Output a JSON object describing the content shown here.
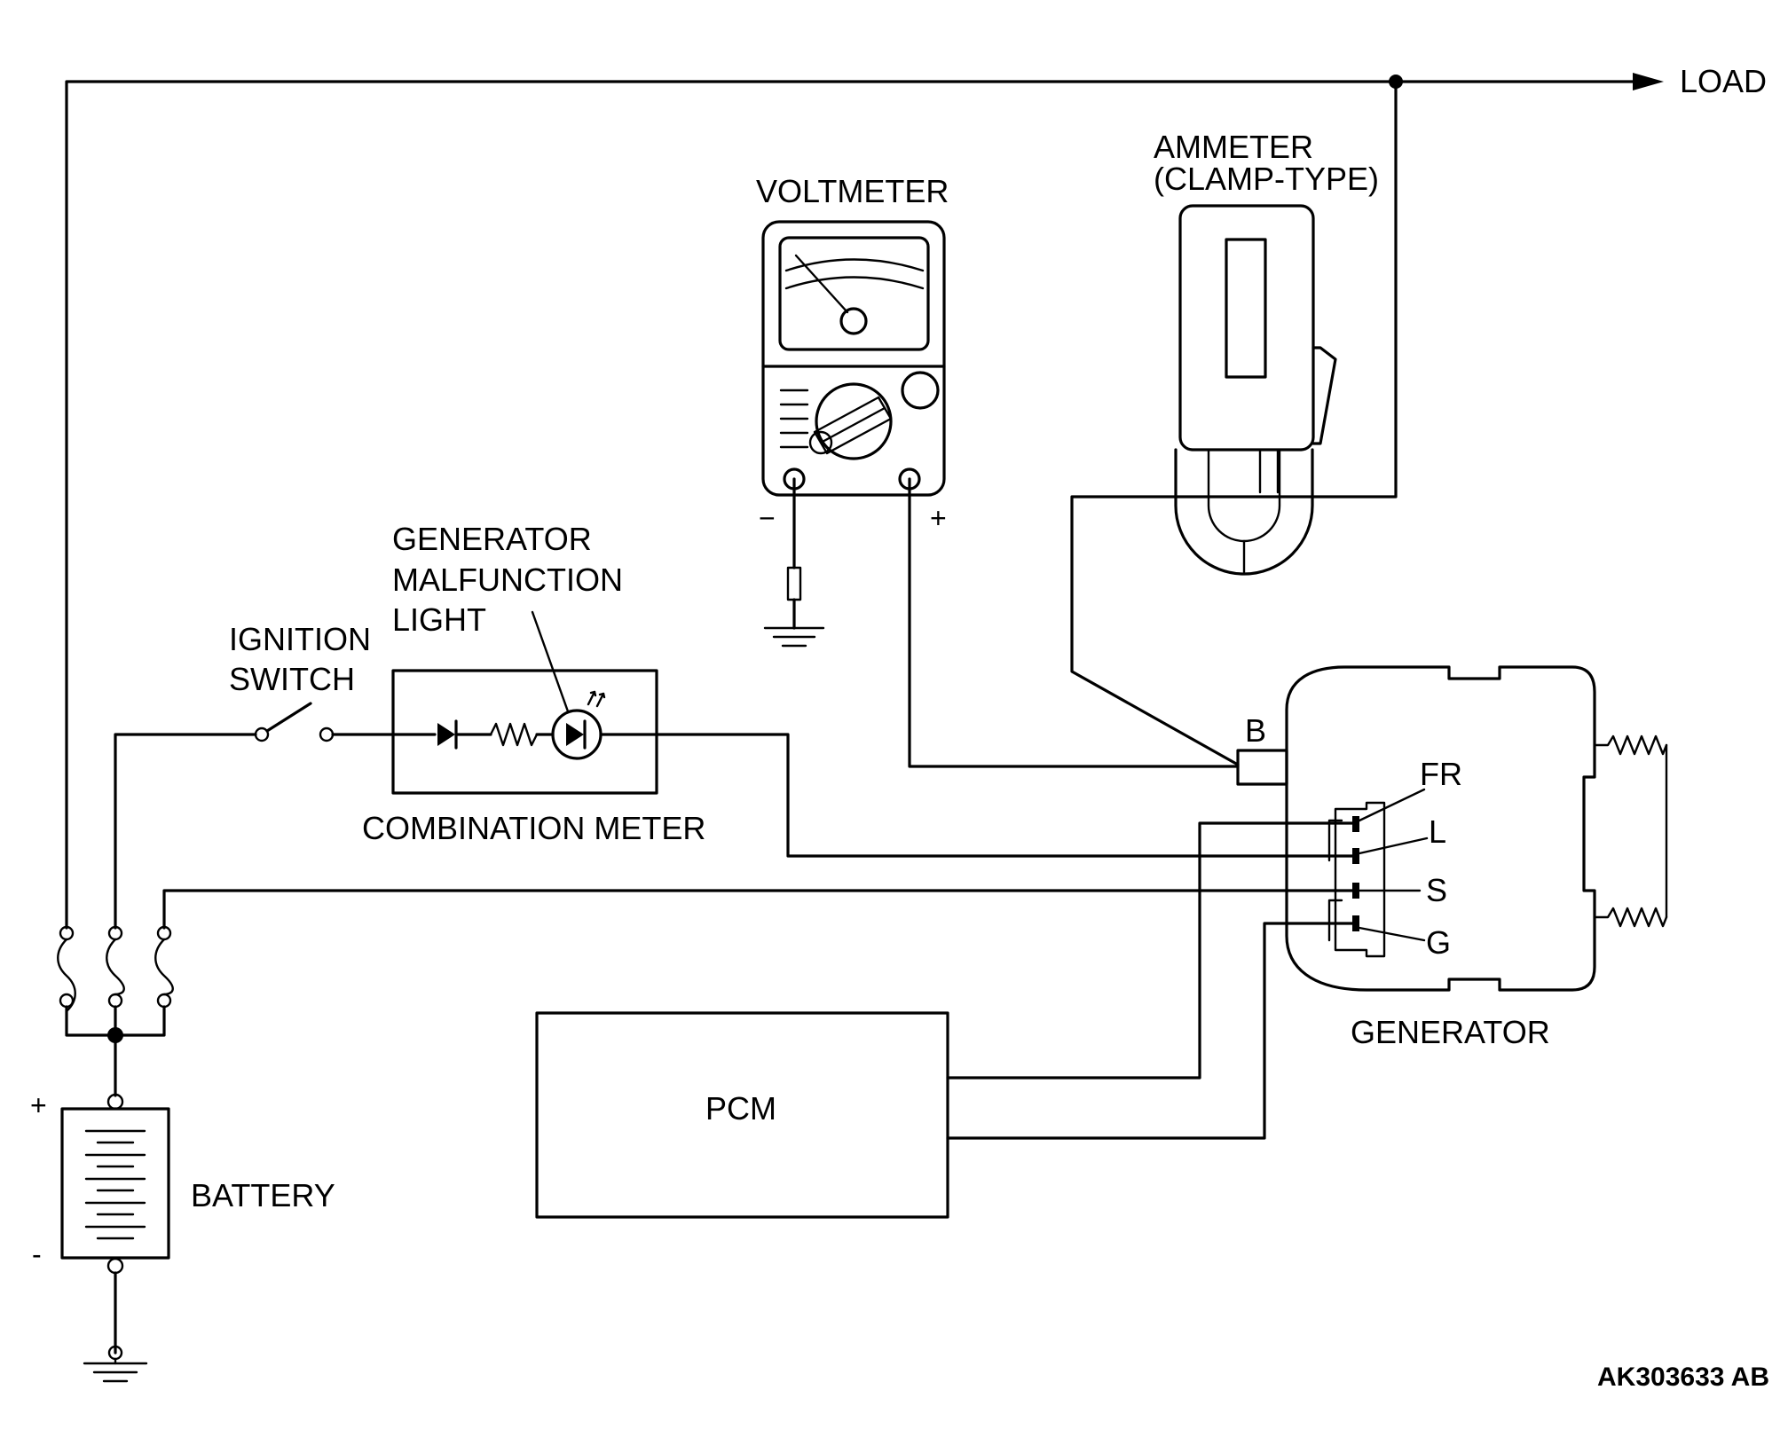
{
  "labels": {
    "load": "LOAD",
    "voltmeter": "VOLTMETER",
    "ammeter_line1": "AMMETER",
    "ammeter_line2": "(CLAMP-TYPE)",
    "gml_line1": "GENERATOR",
    "gml_line2": "MALFUNCTION",
    "gml_line3": "LIGHT",
    "ignition_line1": "IGNITION",
    "ignition_line2": "SWITCH",
    "combination_meter": "COMBINATION METER",
    "generator": "GENERATOR",
    "pcm": "PCM",
    "battery": "BATTERY",
    "terminal_b": "B",
    "terminal_fr": "FR",
    "terminal_l": "L",
    "terminal_s": "S",
    "terminal_g": "G",
    "volt_minus": "−",
    "volt_plus": "+",
    "batt_plus": "+",
    "batt_minus": "-",
    "reference_code": "AK303633 AB"
  }
}
